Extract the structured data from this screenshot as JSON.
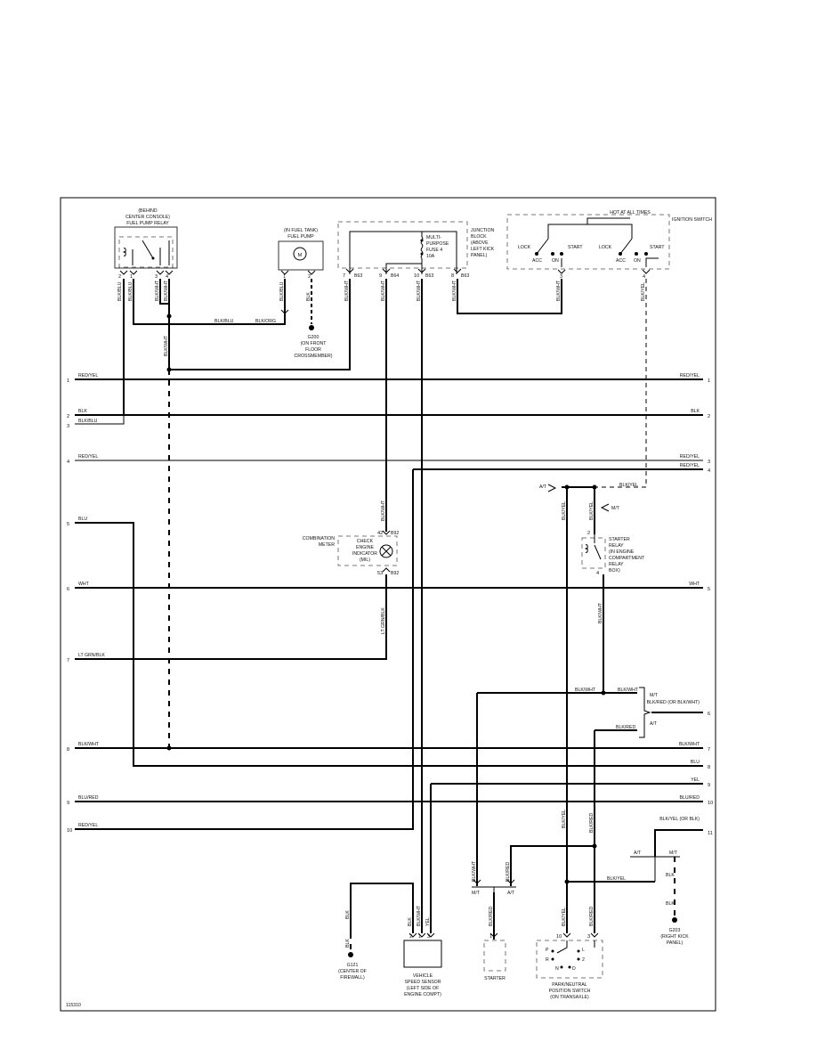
{
  "diagram_id": "115310",
  "title_header": "",
  "components": {
    "fuel_pump_relay": {
      "lines": [
        "(BEHIND",
        "CENTER CONSOLE)",
        "FUEL PUMP RELAY"
      ],
      "pins": [
        "2",
        "1",
        "3",
        "4"
      ]
    },
    "fuel_pump": {
      "lines": [
        "(IN FUEL TANK)",
        "FUEL PUMP"
      ],
      "symbol": "M",
      "pins": [
        "1",
        "2"
      ]
    },
    "junction_block": {
      "lines": [
        "JUNCTION",
        "BLOCK",
        "(ABOVE",
        "LEFT KICK",
        "PANEL)"
      ],
      "fuse_lines": [
        "MULTI-",
        "PURPOSE",
        "FUSE 4",
        "10A"
      ],
      "pins": [
        "7",
        "9",
        "10",
        "8"
      ],
      "connectors": [
        "B63",
        "B64",
        "B63",
        "B63"
      ]
    },
    "ignition_switch": {
      "label": "IGNITION SWITCH",
      "hot": "HOT AT ALL TIMES",
      "positions": [
        "LOCK",
        "ACC",
        "ON",
        "START",
        "LOCK",
        "ACC",
        "ON",
        "START"
      ],
      "pins": [
        "3",
        "4"
      ]
    },
    "ground_g200": {
      "lines": [
        "G200",
        "(ON FRONT",
        "FLOOR",
        "CROSSMEMBER)"
      ]
    },
    "combination_meter": {
      "lines": [
        "COMBINATION",
        "METER"
      ],
      "indicator_lines": [
        "CHECK",
        "ENGINE",
        "INDICATOR",
        "(MIL)"
      ],
      "pins": [
        "42",
        "53"
      ],
      "connectors": [
        "B92",
        "B92"
      ]
    },
    "starter_relay": {
      "lines": [
        "STARTER",
        "RELAY",
        "(IN ENGINE",
        "COMPARTMENT",
        "RELAY",
        "BOX)"
      ],
      "pins": [
        "2",
        "4"
      ]
    },
    "ground_g121": {
      "lines": [
        "G121",
        "(CENTER OF",
        "FIREWALL)"
      ]
    },
    "vehicle_speed_sensor": {
      "lines": [
        "VEHICLE",
        "SPEED SENSOR",
        "(LEFT SIDE OF",
        "ENGINE COMPT)"
      ],
      "pins": [
        "1",
        "2",
        "3"
      ]
    },
    "starter": {
      "label": "STARTER",
      "pin": "1"
    },
    "park_neutral_switch": {
      "lines": [
        "PARK/NEUTRAL",
        "POSITION SWITCH",
        "(ON TRANSAXLE)"
      ],
      "pins": [
        "10",
        "3"
      ],
      "positions": [
        "P",
        "R",
        "N",
        "D",
        "2",
        "L"
      ]
    },
    "ground_g203": {
      "lines": [
        "G203",
        "(RIGHT KICK",
        "PANEL)"
      ]
    }
  },
  "wires": {
    "relay_pin2": "BLK/BLU",
    "relay_pin1": "BLK/BLU",
    "relay_pin3": "BLK/WHT",
    "relay_pin4": "BLK/WHT",
    "pump_pin1": "BLK/BLU",
    "pump_pin2": "BLK",
    "h_blkblu": "BLK/BLU",
    "h_blkorg": "BLK/ORG",
    "relay_down": "BLK/WHT",
    "jb_7": "BLK/WHT",
    "jb_9": "BLK/WHT",
    "jb_10": "BLK/WHT",
    "jb_8": "BLK/WHT",
    "ign_3": "BLK/WHT",
    "ign_4": "BLK/YEL",
    "mil_in": "BLK/WHT",
    "mil_out": "LT GRN/BLK",
    "at_blkyel": "BLK/YEL",
    "at_down": "BLK/YEL",
    "mt_down": "BLK/YEL",
    "relay_out": "BLK/WHT",
    "h_blkwht_a": "BLK/WHT",
    "h_blkwht_b": "BLK/WHT",
    "h_blkred": "BLK/RED",
    "at_down2": "BLK/YEL",
    "blkred_down": "BLK/RED",
    "blkwht_left": "BLK/WHT",
    "blkred_left": "BLK/RED",
    "blkred_st": "BLK/RED",
    "pn_blkyel": "BLK/YEL",
    "pn_blkred": "BLK/RED",
    "pn_h": "BLK/YEL",
    "g121_1": "BLK",
    "g121_2": "BLK",
    "vss_2": "BLK",
    "vss_1": "BLK/WHT",
    "vss_3": "YEL",
    "g203_1": "BLK",
    "g203_2": "BLK"
  },
  "left_lines": [
    {
      "num": "1",
      "label": "RED/YEL"
    },
    {
      "num": "2",
      "label": "BLK"
    },
    {
      "num": "3",
      "label": "BLK/BLU"
    },
    {
      "num": "4",
      "label": "RED/YEL"
    },
    {
      "num": "5",
      "label": "BLU"
    },
    {
      "num": "6",
      "label": "WHT"
    },
    {
      "num": "7",
      "label": "LT GRN/BLK"
    },
    {
      "num": "8",
      "label": "BLK/WHT"
    },
    {
      "num": "9",
      "label": "BLU/RED"
    },
    {
      "num": "10",
      "label": "RED/YEL"
    }
  ],
  "right_lines": [
    {
      "num": "1",
      "label": "RED/YEL"
    },
    {
      "num": "2",
      "label": "BLK"
    },
    {
      "num": "3",
      "label": "RED/YEL"
    },
    {
      "num": "4",
      "label": "RED/YEL"
    },
    {
      "num": "5",
      "label": "WHT"
    },
    {
      "num": "6",
      "label": "BLK/RED (OR BLK/WHT)"
    },
    {
      "num": "7",
      "label": "BLK/WHT"
    },
    {
      "num": "8",
      "label": "BLU"
    },
    {
      "num": "9",
      "label": "YEL"
    },
    {
      "num": "10",
      "label": "BLU/RED"
    },
    {
      "num": "11",
      "label": "BLK/YEL (OR BLK)"
    }
  ],
  "trans": {
    "at": "A/T",
    "mt": "M/T"
  }
}
